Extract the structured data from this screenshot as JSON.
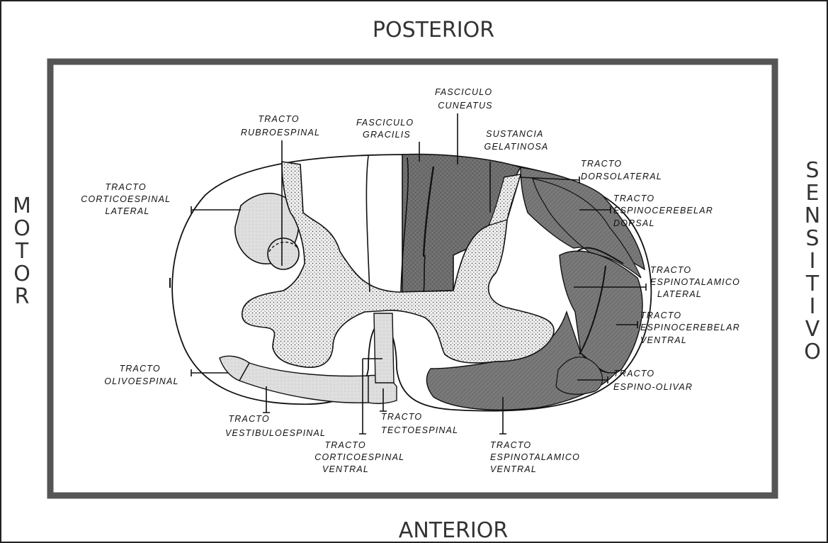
{
  "directions": {
    "top": "POSTERIOR",
    "bottom": "ANTERIOR",
    "left": "MOTOR",
    "right": "SENSITIVO"
  },
  "labels": {
    "fasciculo_cuneatus": [
      "FASCICULO",
      "CUNEATUS"
    ],
    "fasciculo_gracilis": [
      "FASCICULO",
      "GRACILIS"
    ],
    "tracto_rubroespinal": [
      "TRACTO",
      "RUBROESPINAL"
    ],
    "sustancia_gelatinosa": [
      "SUSTANCIA",
      "GELATINOSA"
    ],
    "tracto_dorsolateral": [
      "TRACTO",
      "DORSOLATERAL"
    ],
    "tracto_corticoespinal_lateral": [
      "TRACTO",
      "CORTICOESPINAL",
      "LATERAL"
    ],
    "tracto_espinocerebelar_dorsal": [
      "TRACTO",
      "ESPINOCEREBELAR",
      "DORSAL"
    ],
    "tracto_espinotalamico_lateral": [
      "TRACTO",
      "ESPINOTALAMICO",
      "LATERAL"
    ],
    "tracto_espinocerebelar_ventral": [
      "TRACTO",
      "ESPINOCEREBELAR",
      "VENTRAL"
    ],
    "tracto_olivoespinal": [
      "TRACTO",
      "OLIVOESPINAL"
    ],
    "tracto_espino_olivar": [
      "TRACTO",
      "ESPINO-OLIVAR"
    ],
    "tracto_vestibuloespinal": [
      "TRACTO",
      "VESTIBULOESPINAL"
    ],
    "tracto_tectoespinal": [
      "TRACTO",
      "TECTOESPINAL"
    ],
    "tracto_corticoespinal_ventral": [
      "TRACTO",
      "CORTICOESPINAL",
      "VENTRAL"
    ],
    "tracto_espinotalamico_ventral": [
      "TRACTO",
      "ESPINOTALAMICO",
      "VENTRAL"
    ]
  },
  "colors": {
    "frame": "#555555",
    "motor_tracts": "#d9d9d9",
    "sensory_tracts": "#707070",
    "gray_matter": "#ececec"
  }
}
